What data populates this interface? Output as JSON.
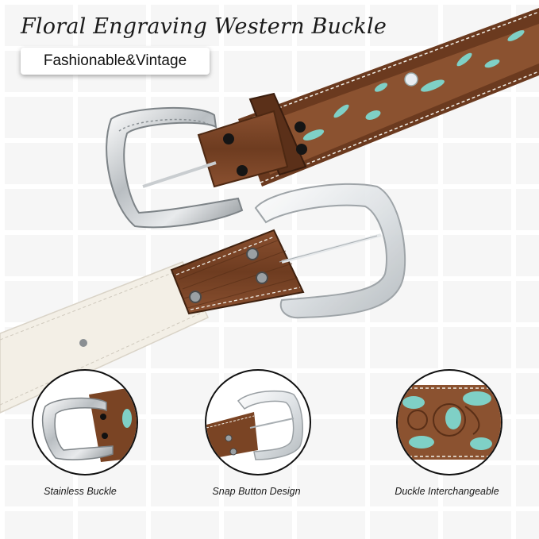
{
  "header": {
    "title": "Floral Engraving Western Buckle",
    "tagline": "Fashionable&Vintage"
  },
  "features": [
    {
      "label": "Stainless Buckle",
      "icon": "silver-engraved-buckle-icon"
    },
    {
      "label": "Snap Button Design",
      "icon": "clear-buckle-snap-icon"
    },
    {
      "label": "Duckle Interchangeable",
      "icon": "tooled-leather-icon"
    }
  ],
  "colors": {
    "leather_brown": "#7a4424",
    "turquoise": "#7fd0c6",
    "silver": "#cfd3d6",
    "cream_strap": "#f3efe6"
  }
}
